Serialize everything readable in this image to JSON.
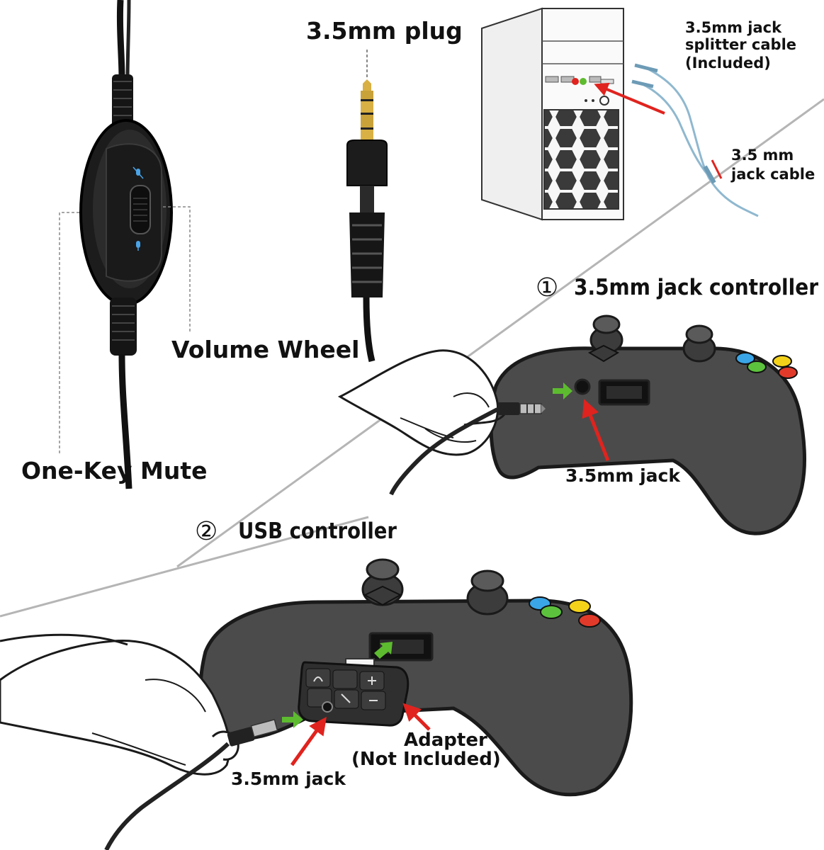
{
  "labels": {
    "plug": "3.5mm plug",
    "splitter_line1": "3.5mm jack",
    "splitter_line2": "splitter cable",
    "splitter_line3": "(Included)",
    "jack_cable_line1": "3.5 mm",
    "jack_cable_line2": "jack cable",
    "volume_wheel": "Volume Wheel",
    "one_key_mute": "One-Key Mute",
    "section1_number": "①",
    "section1_title": "3.5mm jack controller",
    "section1_jack": "3.5mm jack",
    "section2_number": "②",
    "section2_title": "USB controller",
    "section2_jack": "3.5mm jack",
    "adapter_line1": "Adapter",
    "adapter_line2": "(Not Included)"
  },
  "colors": {
    "arrow_red": "#e0231e",
    "arrow_green": "#5dbb2f",
    "controller_body": "#4b4b4b",
    "controller_outline": "#1a1a1a",
    "cable_blue": "#8fb8cf",
    "button_blue": "#3aa6e8",
    "button_green": "#5cc23d",
    "button_yellow": "#f4d21a",
    "button_red": "#e23a2a"
  },
  "icons": [
    "mute-mic-icon",
    "mic-icon",
    "headphone-icon",
    "volume-minus-icon",
    "volume-plus-icon"
  ]
}
